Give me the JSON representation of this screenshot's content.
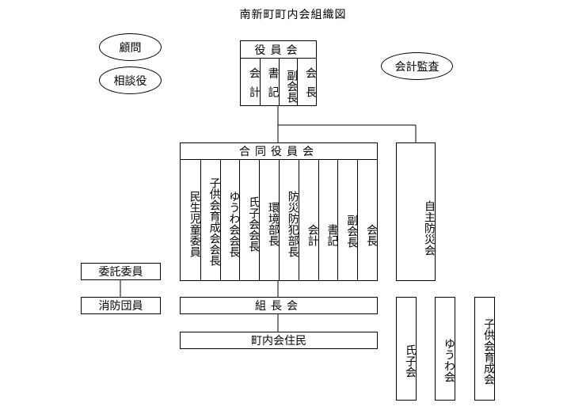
{
  "title": "南新町町内会組織図",
  "advisors": {
    "komon": "顧問",
    "sodanyaku": "相談役"
  },
  "audit": "会計監査",
  "yakuinkai": {
    "header": "役員会",
    "cols": [
      "会計",
      "書記",
      "副会長",
      "会長"
    ]
  },
  "godo": {
    "header": "合同役員会",
    "cols": [
      "民生児童委員",
      "子供会育成会会長",
      "ゆうわ会会長",
      "氏子会会長",
      "環境部長",
      "防災防犯部長",
      "会計",
      "書記",
      "副会長",
      "会長"
    ]
  },
  "jishu": "自主防災会",
  "itaku": "委託委員",
  "shobo": "消防団員",
  "kumicho": "組長会",
  "jumin": "町内会住民",
  "groups": [
    "氏子会",
    "ゆうわ会",
    "子供会育成会"
  ]
}
